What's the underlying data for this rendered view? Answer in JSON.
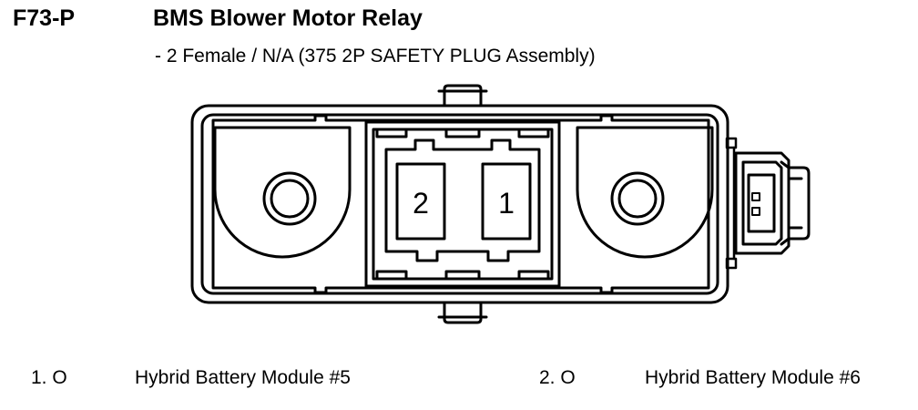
{
  "header": {
    "code": "F73-P",
    "title": "BMS Blower Motor Relay",
    "subtitle": "- 2 Female / N/A (375 2P SAFETY PLUG Assembly)"
  },
  "diagram": {
    "cavities": [
      {
        "label": "2"
      },
      {
        "label": "1"
      }
    ]
  },
  "pins": [
    {
      "number": "1. O",
      "description": "Hybrid Battery Module #5"
    },
    {
      "number": "2. O",
      "description": "Hybrid Battery Module #6"
    }
  ],
  "colors": {
    "line": "#000000",
    "background": "#ffffff"
  }
}
